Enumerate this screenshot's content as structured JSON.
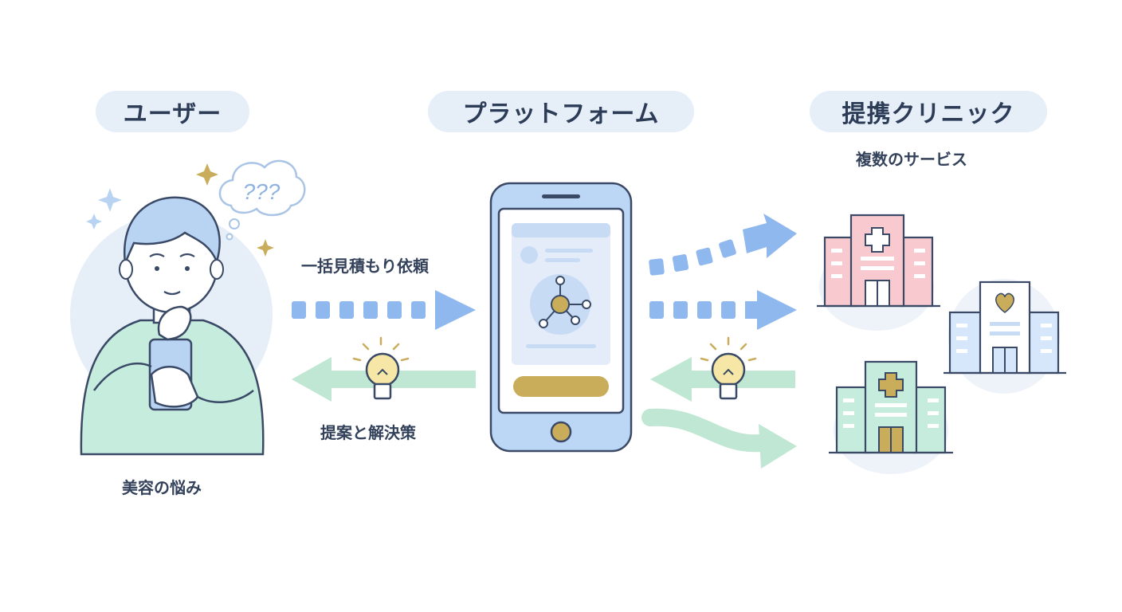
{
  "headers": {
    "user": "ユーザー",
    "platform": "プラットフォーム",
    "clinic": "提携クリニック"
  },
  "clinic_subtitle": "複数のサービス",
  "user_caption": "美容の悩み",
  "request_label": "一括見積もり依頼",
  "solution_label": "提案と解決策",
  "thought_text": "???",
  "colors": {
    "pill_bg": "#e6eef8",
    "blue_arrow": "#8fb8ee",
    "green_arrow": "#bfe7d3",
    "gold": "#c9ad5a",
    "outline": "#3a4a66",
    "phone_body": "#bcd6f5",
    "clinic_pink": "#f8c9cf",
    "clinic_blue": "#d6e6fb",
    "clinic_green": "#c6ecde"
  }
}
